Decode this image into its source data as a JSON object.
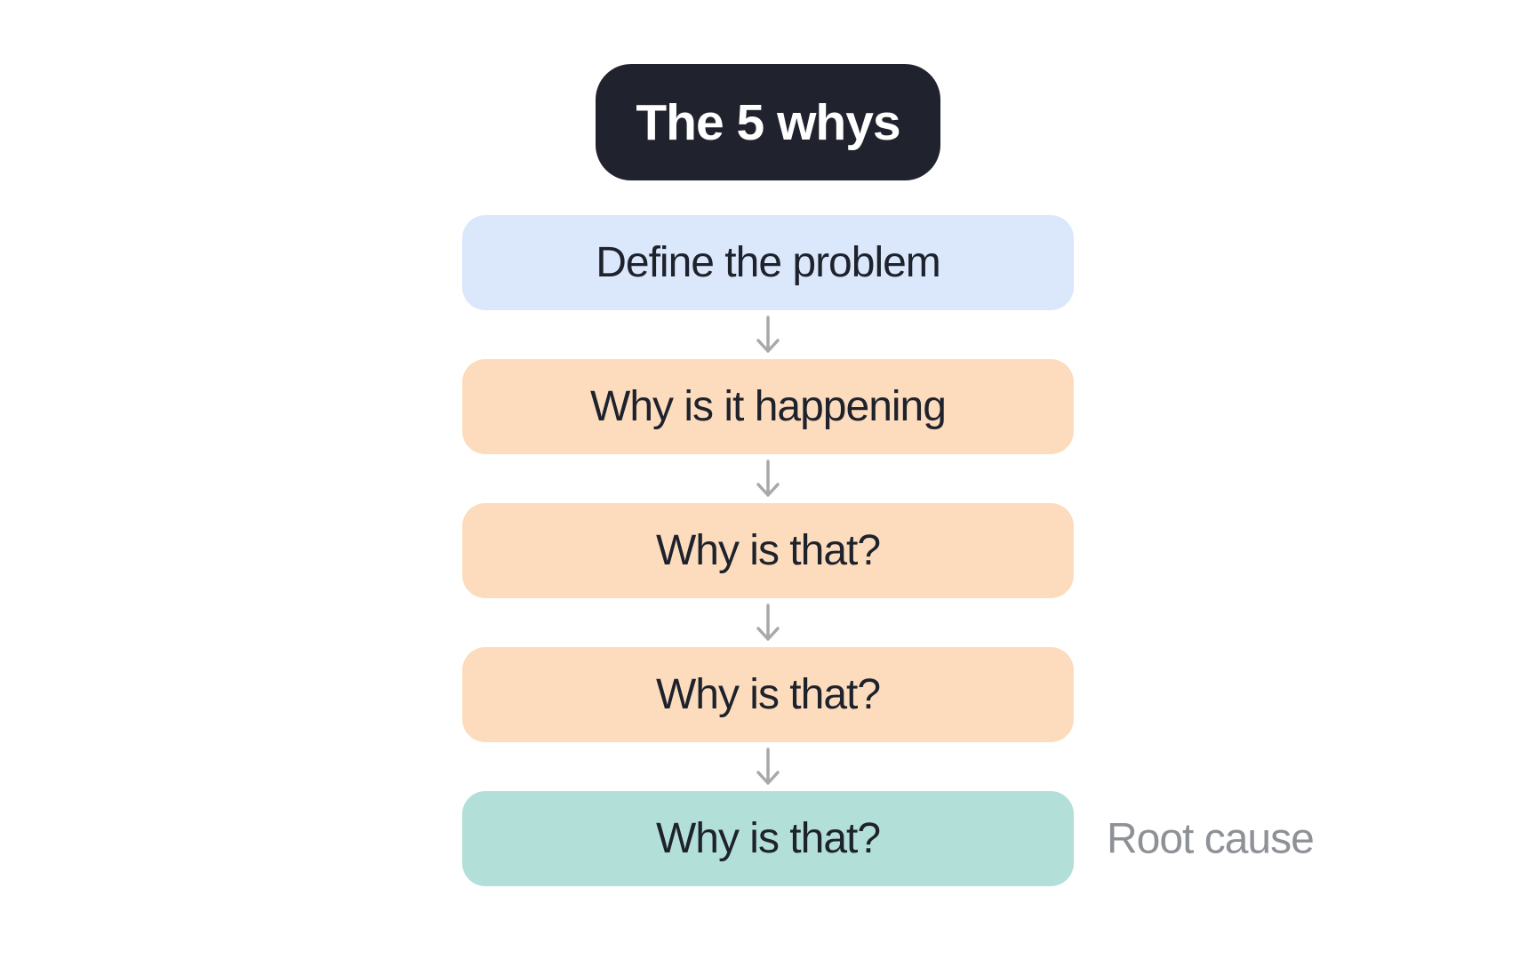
{
  "title": {
    "label": "The 5 whys"
  },
  "flow": {
    "steps": [
      {
        "label": "Define the problem",
        "type": "problem"
      },
      {
        "label": "Why is it happening",
        "type": "why"
      },
      {
        "label": "Why is that?",
        "type": "why"
      },
      {
        "label": "Why is that?",
        "type": "why"
      },
      {
        "label": "Why is that?",
        "type": "root"
      }
    ],
    "annotation": {
      "root_cause_label": "Root cause"
    },
    "connectors": {
      "icon": "down-arrow-icon",
      "count": 4
    }
  },
  "colors": {
    "canvas_bg": "#ffffff",
    "title_bg": "#20232d",
    "title_text": "#ffffff",
    "problem_bg": "#dbe7fb",
    "why_bg": "#fcdcbd",
    "root_bg": "#b2dfd8",
    "step_text": "#1e222c",
    "arrow": "#a9a9a9",
    "annotation_text": "#8e9196"
  }
}
